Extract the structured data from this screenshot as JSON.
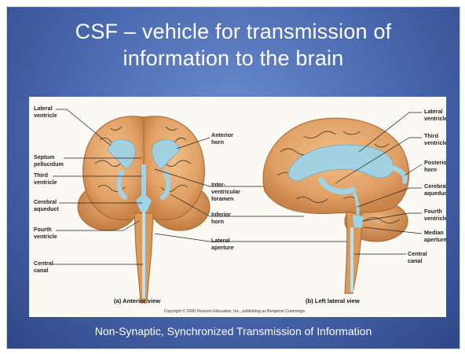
{
  "title": {
    "line1": "CSF – vehicle for transmission of",
    "line2": "information to the brain"
  },
  "figure": {
    "anterior_labels": {
      "lateral_ventricle": [
        "Lateral",
        "ventricle"
      ],
      "septum_pellucidum": [
        "Septum",
        "pellucidum"
      ],
      "third_ventricle": [
        "Third",
        "ventricle"
      ],
      "cerebral_aqueduct": [
        "Cerebral",
        "aqueduct"
      ],
      "fourth_ventricle": [
        "Fourth",
        "ventricle"
      ],
      "central_canal": [
        "Central",
        "canal"
      ],
      "anterior_horn": [
        "Anterior",
        "horn"
      ],
      "interventricular_foramen": [
        "Inter-",
        "ventricular",
        "foramen"
      ],
      "inferior_horn": [
        "Inferior",
        "horn"
      ],
      "lateral_aperture": [
        "Lateral",
        "aperture"
      ]
    },
    "lateral_labels": {
      "lateral_ventricle": [
        "Lateral",
        "ventricle"
      ],
      "third_ventricle": [
        "Third",
        "ventricle"
      ],
      "posterior_horn": [
        "Posterior",
        "horn"
      ],
      "cerebral_aqueduct": [
        "Cerebral",
        "aqueduct"
      ],
      "fourth_ventricle": [
        "Fourth",
        "ventricle"
      ],
      "median_aperture": [
        "Median",
        "aperture"
      ],
      "central_canal": [
        "Central",
        "canal"
      ]
    },
    "caption_a": "(a) Anterior view",
    "caption_b": "(b) Left lateral view",
    "copyright": "Copyright © 2006 Pearson Education, Inc., publishing as Benjamin Cummings."
  },
  "subtitle": "Non-Synaptic, Synchronized Transmission of Information",
  "colors": {
    "background": "#4866ad",
    "brain": "#e6a66a",
    "ventricle": "#9fd3e6"
  }
}
